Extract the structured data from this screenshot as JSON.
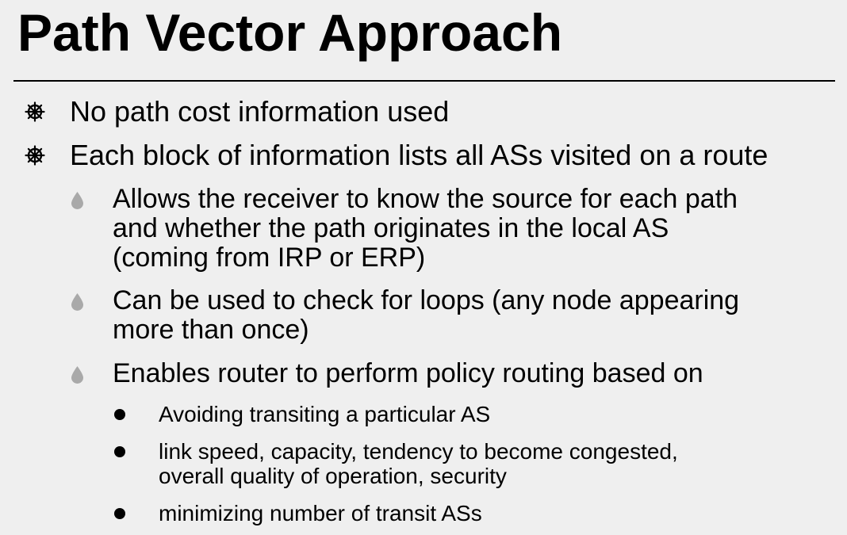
{
  "slide": {
    "title": "Path Vector Approach",
    "bullets": [
      {
        "text": "No path cost information used"
      },
      {
        "text": "Each block of information lists all ASs visited on a route"
      }
    ],
    "sub_bullets": [
      {
        "lines": [
          "Allows the receiver to know the source for each path",
          "and whether the path originates in the local AS",
          "(coming from IRP or ERP)"
        ]
      },
      {
        "lines": [
          "Can be used to check for loops (any node appearing",
          "more than once)"
        ]
      },
      {
        "lines": [
          "Enables router to perform policy routing based on"
        ]
      }
    ],
    "sub_sub_bullets": [
      {
        "lines": [
          "Avoiding transiting a particular AS"
        ]
      },
      {
        "lines": [
          "link speed, capacity, tendency to become congested,",
          "overall quality of operation, security"
        ]
      },
      {
        "lines": [
          "minimizing number of transit ASs"
        ]
      }
    ]
  },
  "colors": {
    "background": "#efefef",
    "text": "#000000",
    "drop_bullet": "#a9a9a9"
  },
  "icons": {
    "level1_bullet": "wheel-icon",
    "level2_bullet": "drop-icon",
    "level3_bullet": "dot-icon"
  }
}
